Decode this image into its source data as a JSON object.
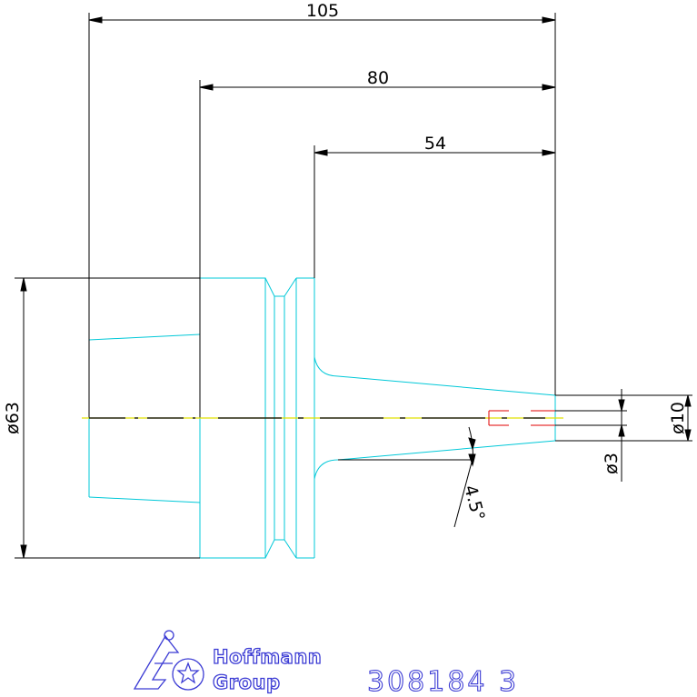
{
  "dimensions": {
    "overall_length": "105",
    "flange_length": "80",
    "body_length": "54",
    "flange_diameter": "ø63",
    "tip_diameter": "ø10",
    "bore_diameter": "ø3",
    "taper_angle": "4.5°"
  },
  "logo": {
    "line1": "Hoffmann",
    "line2": "Group"
  },
  "part_number": "308184 3",
  "colors": {
    "contour": "#00c8d8",
    "dimension": "#000000",
    "centerline": "#e0e000",
    "hidden": "#e00000",
    "logo": "#3b3bd4"
  },
  "icons": {
    "logo_mark": "hoffmann-logo-icon"
  }
}
